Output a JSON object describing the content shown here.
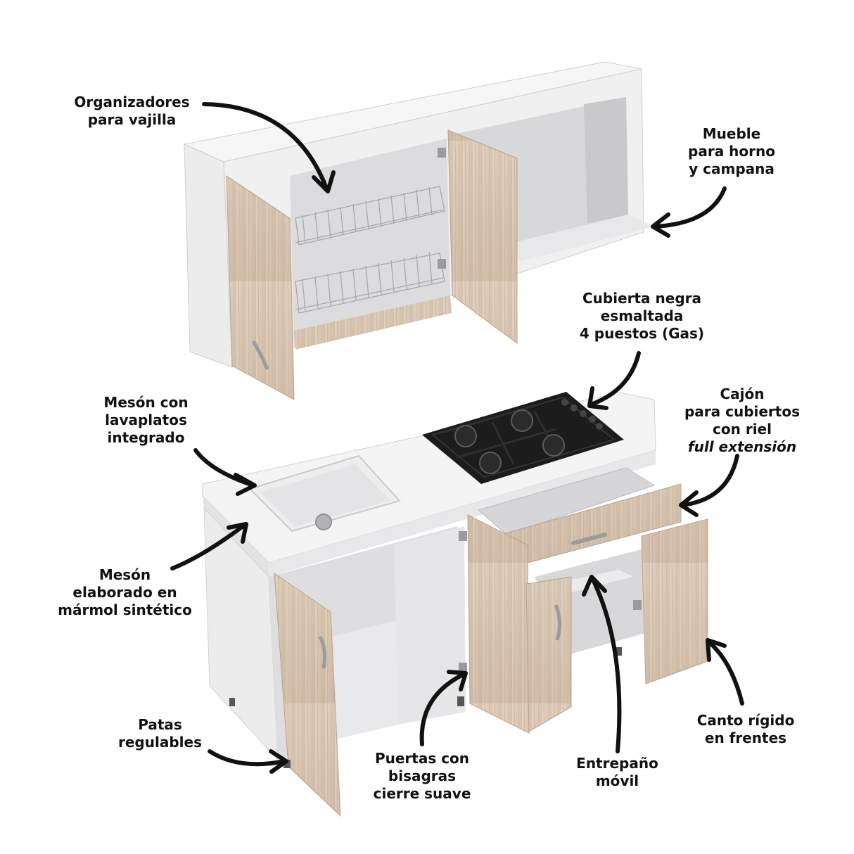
{
  "labels": {
    "organizadores": [
      "Organizadores",
      "para vajilla"
    ],
    "mueble": [
      "Mueble",
      "para horno",
      "y campana"
    ],
    "cubierta": [
      "Cubierta negra",
      "esmaltada",
      "4 puestos (Gas)"
    ],
    "meson_lavaplatos": [
      "Mesón con",
      "lavaplatos",
      "integrado"
    ],
    "cajon": [
      "Cajón",
      "para cubiertos",
      "con riel",
      "full extensión"
    ],
    "meson_marmol": [
      "Mesón",
      "elaborado en",
      "mármol sintético"
    ],
    "patas": [
      "Patas",
      "regulables"
    ],
    "puertas": [
      "Puertas con",
      "bisagras",
      "cierre suave"
    ],
    "entrepano": [
      "Entrepaño",
      "móvil"
    ],
    "canto": [
      "Canto rígido",
      "en frentes"
    ]
  },
  "colors": {
    "wood": "#d9c8b6",
    "wood_dark": "#c4ae97",
    "carcass": "#ececed",
    "carcass_shade": "#d4d4d6",
    "interior": "#e2e2e4",
    "countertop": "#f3f3f3",
    "cooktop": "#1c1c1c",
    "arrow": "#111111"
  }
}
